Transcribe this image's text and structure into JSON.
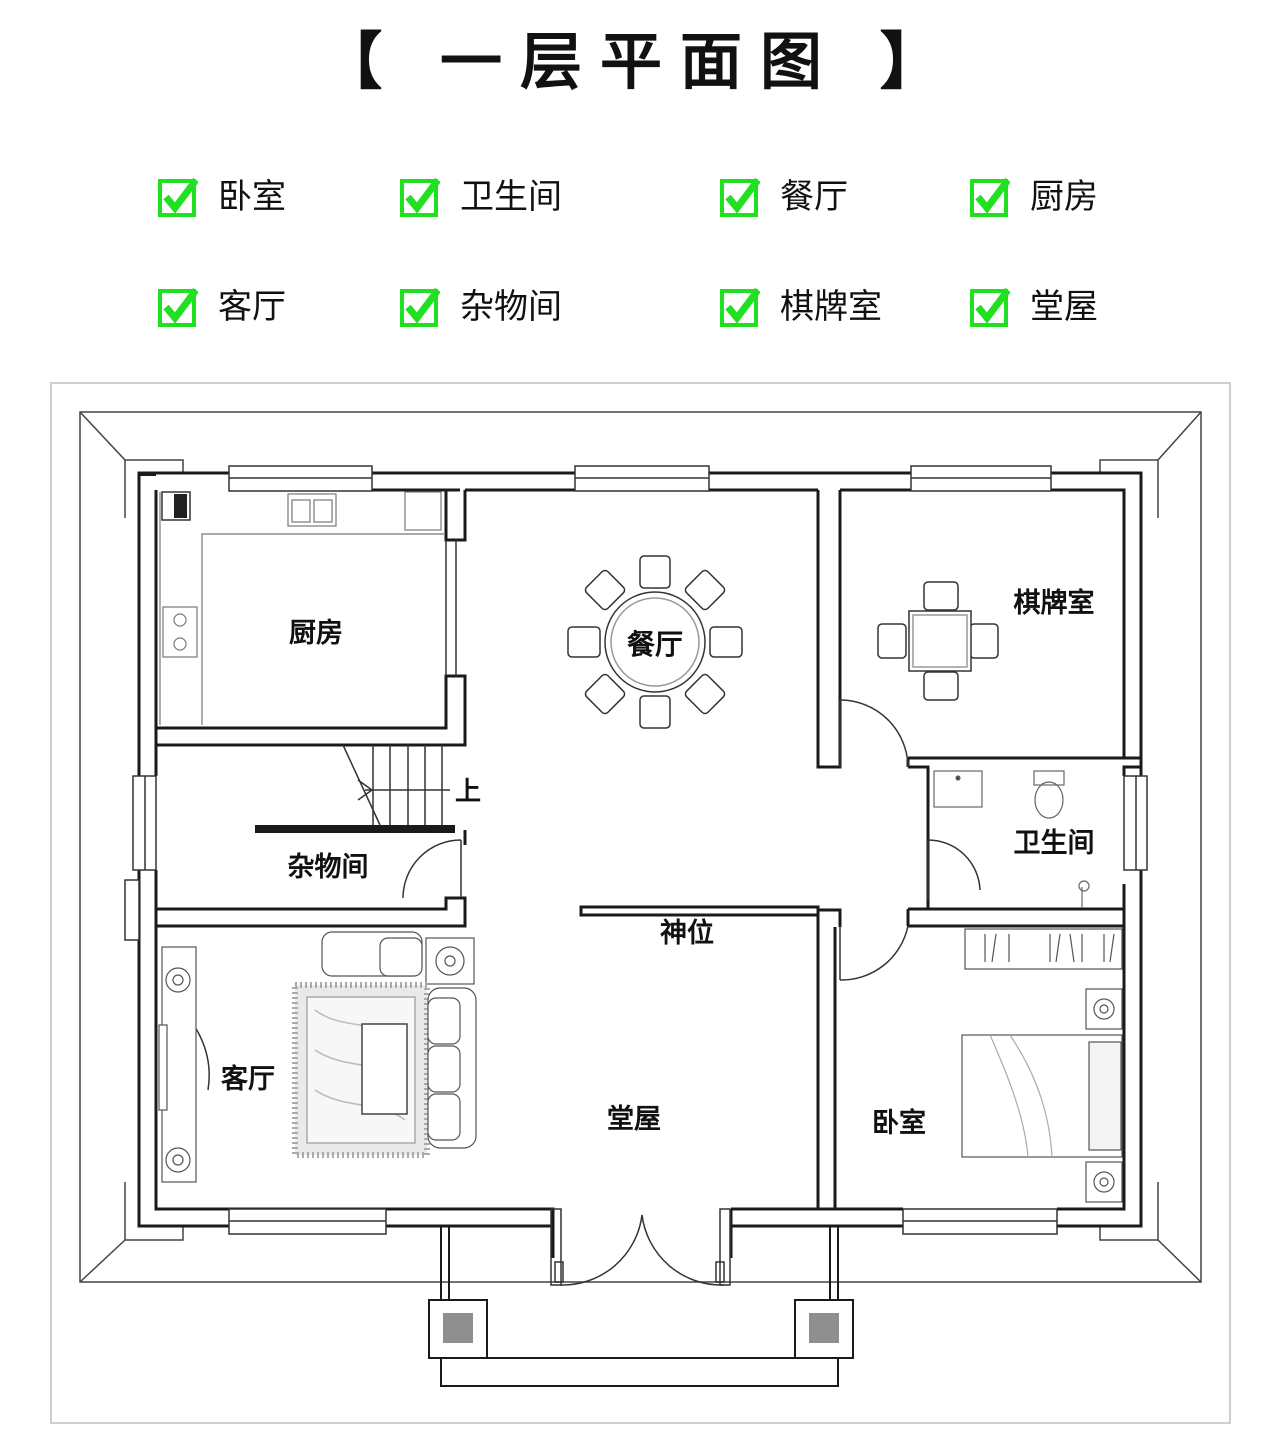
{
  "title": "【 一层平面图 】",
  "features": [
    "卧室",
    "卫生间",
    "餐厅",
    "厨房",
    "客厅",
    "杂物间",
    "棋牌室",
    "堂屋"
  ],
  "rooms": {
    "kitchen": "厨房",
    "dining": "餐厅",
    "chess": "棋牌室",
    "bath": "卫生间",
    "storage": "杂物间",
    "shrine": "神位",
    "living": "客厅",
    "hall": "堂屋",
    "bedroom": "卧室",
    "stair_up": "上"
  },
  "colors": {
    "check": "#21e021",
    "wall": "#1a1a1a",
    "pillar": "#8f8f8f"
  }
}
